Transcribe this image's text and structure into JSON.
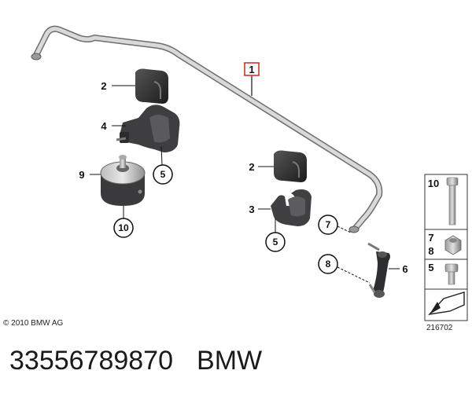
{
  "callouts": {
    "c1": "1",
    "c2a": "2",
    "c2b": "2",
    "c3": "3",
    "c4": "4",
    "c5a": "5",
    "c5b": "5",
    "c6": "6",
    "c7": "7",
    "c8": "8",
    "c9": "9",
    "c10": "10"
  },
  "legend": {
    "row1": "10",
    "row2a": "7",
    "row2b": "8",
    "row3": "5"
  },
  "copyright": "© 2010 BMW AG",
  "diagram_number": "216702",
  "footer": {
    "part_number": "33556789870",
    "brand": "BMW"
  },
  "colors": {
    "highlight_box": "#d0342c",
    "part_dark": "#3b3b3d",
    "metal": "#c8c8c8"
  }
}
